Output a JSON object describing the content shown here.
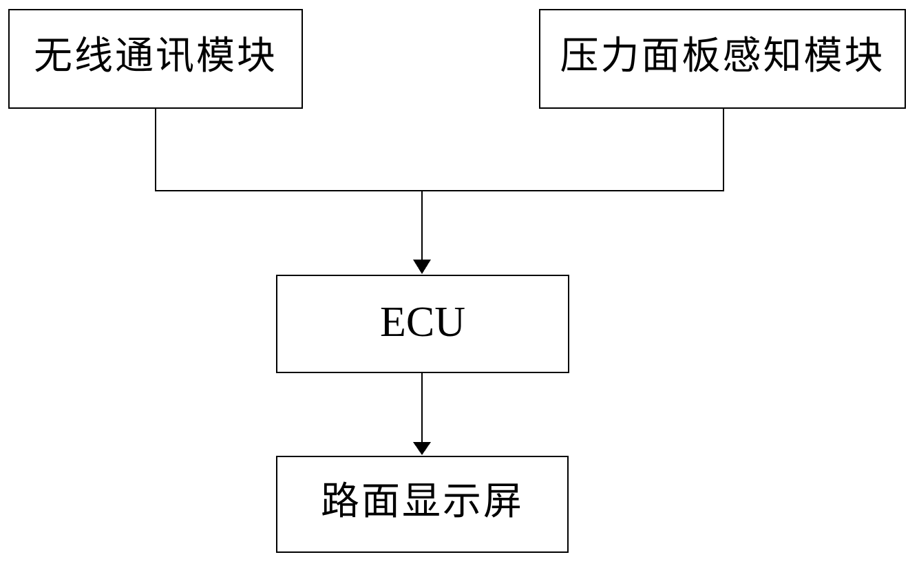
{
  "diagram": {
    "background_color": "#ffffff",
    "line_color": "#000000",
    "nodes": [
      {
        "id": "wireless-module",
        "label": "无线通讯模块"
      },
      {
        "id": "pressure-panel-module",
        "label": "压力面板感知模块"
      },
      {
        "id": "ecu",
        "label": "ECU"
      },
      {
        "id": "road-display",
        "label": "路面显示屏"
      }
    ],
    "edges": [
      {
        "from": "wireless-module",
        "to": "ecu",
        "arrow": "into-ecu"
      },
      {
        "from": "pressure-panel-module",
        "to": "ecu",
        "arrow": "into-ecu"
      },
      {
        "from": "ecu",
        "to": "road-display",
        "arrow": "into-road-display"
      }
    ]
  }
}
